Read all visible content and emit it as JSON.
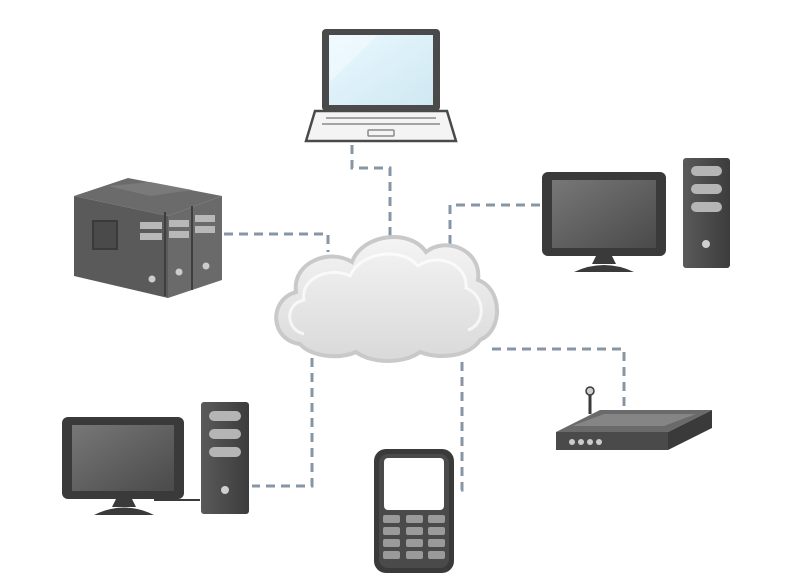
{
  "diagram": {
    "nodes": [
      {
        "id": "cloud",
        "icon": "cloud-icon"
      },
      {
        "id": "laptop",
        "icon": "laptop-icon"
      },
      {
        "id": "server",
        "icon": "server-rack-icon"
      },
      {
        "id": "desktop_right",
        "icon": "desktop-computer-icon"
      },
      {
        "id": "router",
        "icon": "router-icon"
      },
      {
        "id": "phone",
        "icon": "mobile-phone-icon"
      },
      {
        "id": "desktop_left",
        "icon": "desktop-computer-icon"
      }
    ],
    "edges": [
      {
        "from": "laptop",
        "to": "cloud"
      },
      {
        "from": "server",
        "to": "cloud"
      },
      {
        "from": "desktop_right",
        "to": "cloud"
      },
      {
        "from": "router",
        "to": "cloud"
      },
      {
        "from": "phone",
        "to": "cloud"
      },
      {
        "from": "desktop_left",
        "to": "cloud"
      }
    ],
    "colors": {
      "connector": "#8796a5",
      "device_dark": "#3a3a3a",
      "device_body": "#555555",
      "screen_dark": "#5e5e5e",
      "cloud": "#e8e8e8",
      "laptop_screen": "#dff3fb"
    }
  }
}
